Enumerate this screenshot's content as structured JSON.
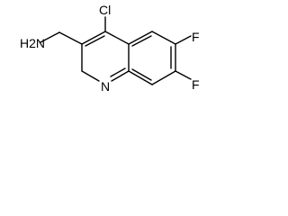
{
  "molecule": {
    "atoms": {
      "amine": "H2N",
      "chlorine": "Cl",
      "fluorine_6": "F",
      "fluorine_7": "F",
      "ring_nitrogen": "N"
    }
  }
}
